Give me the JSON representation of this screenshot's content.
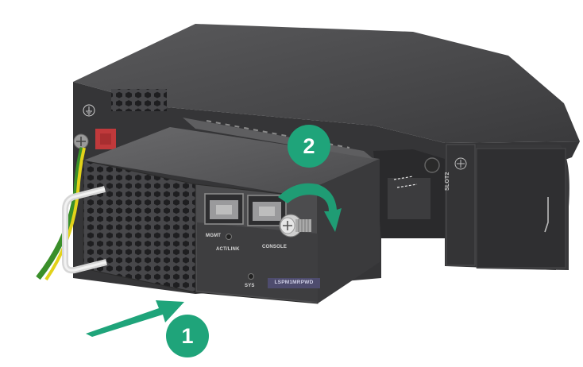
{
  "steps": [
    {
      "number": "1",
      "action": "slide module into slot"
    },
    {
      "number": "2",
      "action": "tighten captive screw"
    }
  ],
  "module_labels": {
    "mgmt": "MGMT",
    "act_link": "ACT/LINK",
    "console": "CONSOLE",
    "sys": "SYS",
    "model": "LSPM1MRPWD"
  },
  "chassis_labels": {
    "slot": "SLOT2"
  },
  "colors": {
    "step_badge": "#1fa47a",
    "arrow_green": "#1fa47a",
    "rotate_arrow": "#1f9c74",
    "chassis_dark": "#3c3c3e",
    "module_body": "#4a4a4c",
    "ground_wire_yellow": "#e2d21a",
    "ground_wire_green": "#3a8f2a",
    "terminal_red": "#c0393b"
  }
}
